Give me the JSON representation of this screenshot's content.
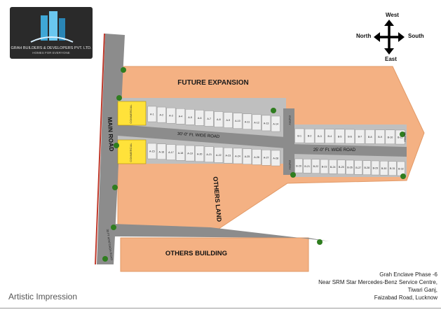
{
  "logo": {
    "company": "GRAH BUILDERS & DEVELOPERS PVT. LTD.",
    "tagline": "HOMES FOR EVERYONE"
  },
  "compass": {
    "west": "West",
    "north": "North",
    "south": "South",
    "east": "East"
  },
  "labels": {
    "future_expansion": "FUTURE EXPANSION",
    "main_road": "MAIN ROAD",
    "wide_road_1": "30'-0\" Ft. WIDE ROAD",
    "wide_road_2": "25'-0\" Ft. WIDE ROAD",
    "others_land": "OTHERS LAND",
    "others_building": "OTHERS BUILDING",
    "entry": "ENTRY",
    "commercial": "COMMERCIAL",
    "road_side": "30 FT AFAFOADA ROAD",
    "artistic_impression": "Artistic Impression"
  },
  "address": [
    "Grah Enclave Phase -6",
    "Near SRM Star Mercedes-Benz Service Centre,",
    "Tiwari Ganj,",
    "Faizabad Road, Lucknow"
  ],
  "plots": {
    "row_a_top": [
      "A-1",
      "A-2",
      "A-3",
      "A-4",
      "A-5",
      "A-6",
      "A-7",
      "A-8",
      "A-9",
      "A-10",
      "A-11",
      "A-12",
      "A-13",
      "A-14"
    ],
    "row_a_bottom": [
      "A-15",
      "A-16",
      "A-17",
      "A-18",
      "A-19",
      "A-20",
      "A-21",
      "A-22",
      "A-23",
      "A-24",
      "A-25",
      "A-26",
      "A-27",
      "A-28"
    ],
    "row_b_top": [
      "B-1",
      "B-2",
      "B-3",
      "B-4",
      "B-5",
      "B-6",
      "B-7",
      "B-8",
      "B-9",
      "B-10",
      "B-11"
    ],
    "row_b_bottom": [
      "B-20",
      "B-21",
      "B-22",
      "B-23",
      "B-24",
      "B-25",
      "B-26",
      "B-27",
      "B-28",
      "B-29",
      "B-30",
      "B-31",
      "B-32"
    ]
  },
  "colors": {
    "land": "#f4b183",
    "road": "#8c8c8c",
    "plot": "#efefef",
    "commercial": "#ffe23a",
    "tree": "#2f7d1f",
    "boundary": "#c0392b"
  }
}
